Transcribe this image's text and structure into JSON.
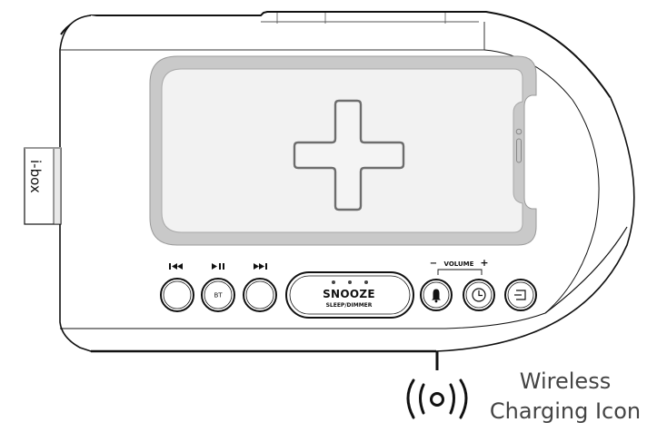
{
  "device": {
    "name": "wireless charging clock radio",
    "brand_label": "i-box",
    "charging_pad_symbol": "plus-icon",
    "phone_outline": "smartphone-icon"
  },
  "controls": {
    "media_buttons": [
      {
        "id": "previous",
        "icon": "skip-previous-icon",
        "glyph": "⏮",
        "label": ""
      },
      {
        "id": "play-pause",
        "icon": "play-pause-icon",
        "glyph": "⏯",
        "label": "BT"
      },
      {
        "id": "next",
        "icon": "skip-next-icon",
        "glyph": "⏭",
        "label": ""
      }
    ],
    "snooze": {
      "label": "SNOOZE",
      "sublabel": "SLEEP/DIMMER",
      "indicator_dots": 3
    },
    "volume": {
      "label": "VOLUME",
      "minus": "−",
      "plus": "+"
    },
    "right_buttons": [
      {
        "id": "alarm",
        "icon": "bell-icon"
      },
      {
        "id": "clock",
        "icon": "clock-icon"
      },
      {
        "id": "source",
        "icon": "input-source-icon"
      }
    ]
  },
  "callout": {
    "icon": "wireless-charging-icon",
    "glyph": "((o))",
    "line1": "Wireless",
    "line2": "Charging Icon"
  },
  "colors": {
    "outline": "#111111",
    "phone_frame": "#c8c8c8",
    "phone_screen": "#f2f2f2",
    "plus_stroke": "#6d6d6d",
    "callout_text": "#444444"
  }
}
